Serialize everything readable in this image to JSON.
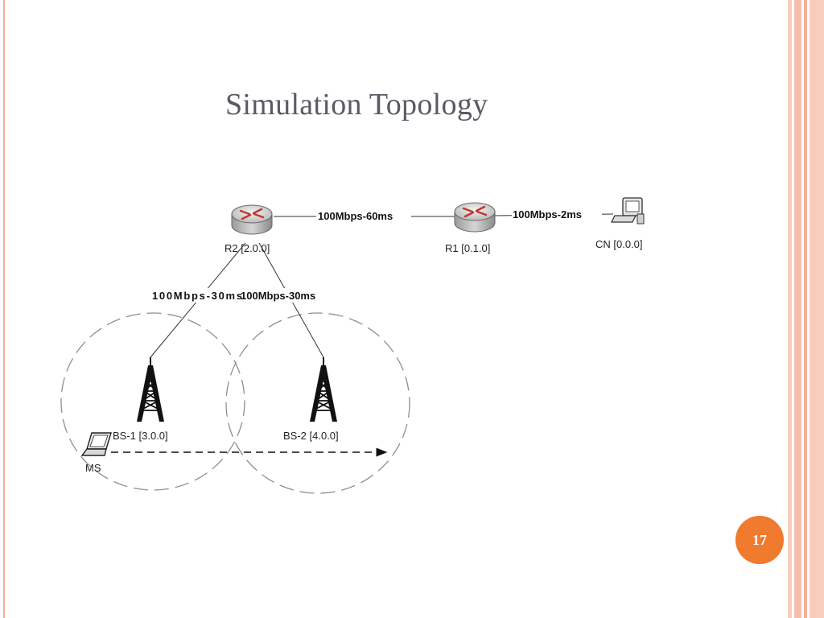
{
  "slide": {
    "title": "Simulation Topology",
    "page_number": "17"
  },
  "nodes": {
    "r2": "R2 [2.0.0]",
    "r1": "R1 [0.1.0]",
    "cn": "CN [0.0.0]",
    "bs1": "BS-1 [3.0.0]",
    "bs2": "BS-2  [4.0.0]",
    "ms": "MS"
  },
  "links": {
    "r2_r1": "100Mbps-60ms",
    "r1_cn": "100Mbps-2ms",
    "r2_bs1": "100Mbps-30ms",
    "r2_bs2": "100Mbps-30ms"
  },
  "colors": {
    "accent": "#f07a2e",
    "border": "#f3b09a",
    "title": "#5a5a66"
  }
}
